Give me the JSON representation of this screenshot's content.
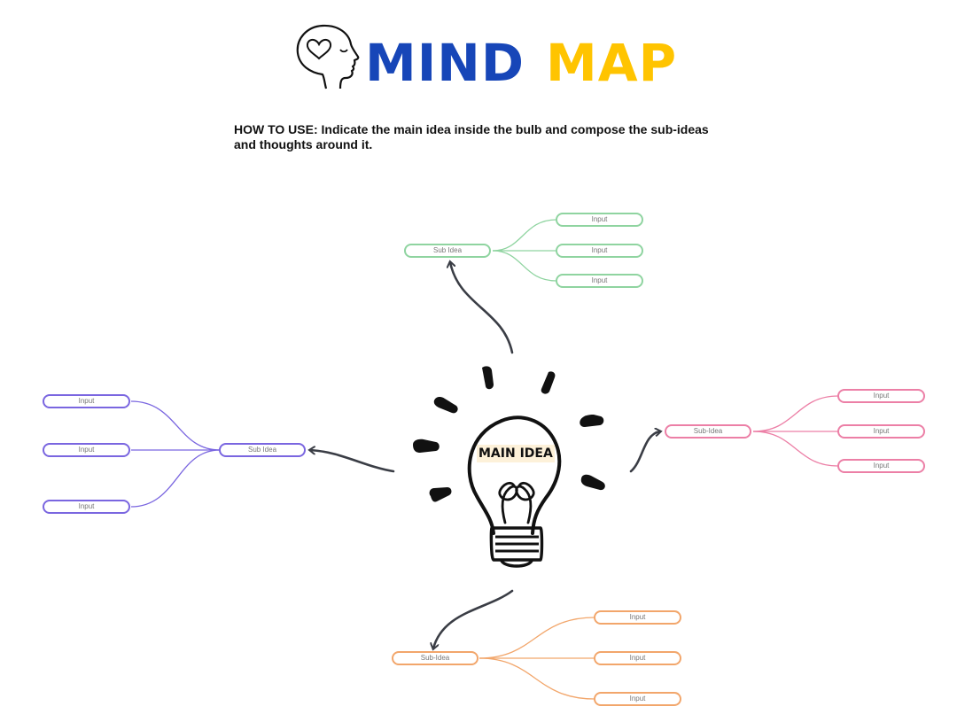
{
  "header": {
    "title_part1": "MIND",
    "title_part2": "MAP",
    "title_color_1": "#1746b8",
    "title_color_2": "#ffc400",
    "logo_icon": "head-heart-icon"
  },
  "instructions": "HOW TO USE: Indicate the main idea inside the bulb and  compose the sub-ideas and thoughts around it.",
  "main_idea": {
    "label": "MAIN IDEA",
    "icon": "light-bulb-icon"
  },
  "branches": {
    "top": {
      "color": "#8fd4a0",
      "sub_idea": "Sub Idea",
      "inputs": [
        "Input",
        "Input",
        "Input"
      ]
    },
    "left": {
      "color": "#7a66e0",
      "sub_idea": "Sub Idea",
      "inputs": [
        "Input",
        "Input",
        "Input"
      ]
    },
    "right": {
      "color": "#ec7fa6",
      "sub_idea": "Sub-Idea",
      "inputs": [
        "Input",
        "Input",
        "Input"
      ]
    },
    "bottom": {
      "color": "#f2a66b",
      "sub_idea": "Sub-Idea",
      "inputs": [
        "Input",
        "Input",
        "Input"
      ]
    }
  }
}
